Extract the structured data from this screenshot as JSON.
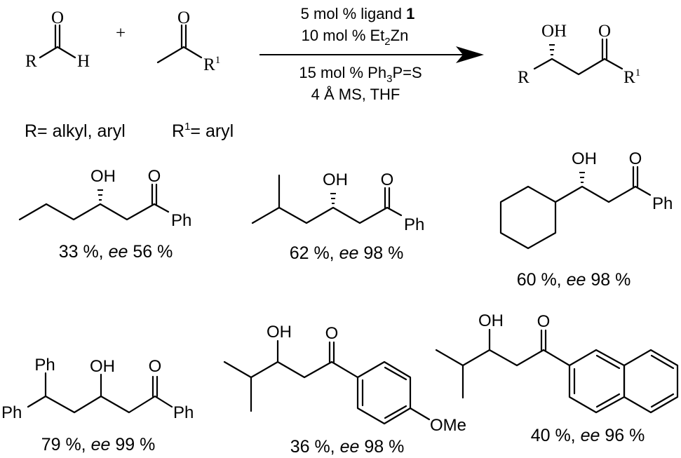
{
  "scheme": {
    "reactant_aldehyde": {
      "O": "O",
      "R": "R",
      "H": "H"
    },
    "plus": "+",
    "reactant_ketone": {
      "O": "O",
      "R1": "R",
      "R1_sup": "1"
    },
    "conditions": {
      "line1": "5 mol % ligand ",
      "line1_bold": "1",
      "line2_a": "10 mol % Et",
      "line2_sub": "2",
      "line2_b": "Zn",
      "line3_a": "15 mol % Ph",
      "line3_sub": "3",
      "line3_b": "P=S",
      "line4": "4 Å MS, THF"
    },
    "product": {
      "OH": "OH",
      "O": "O",
      "R": "R",
      "R1": "R",
      "R1_sup": "1"
    },
    "definitions": {
      "r": "R= alkyl, aryl",
      "r1_a": "R",
      "r1_sup": "1",
      "r1_b": "= aryl"
    }
  },
  "examples": [
    {
      "OH": "OH",
      "O": "O",
      "Ph": "Ph",
      "yield": "33 %, ",
      "ee_label": "ee",
      "ee": " 56 %"
    },
    {
      "OH": "OH",
      "O": "O",
      "Ph": "Ph",
      "yield": "62 %, ",
      "ee_label": "ee",
      "ee": " 98 %"
    },
    {
      "OH": "OH",
      "O": "O",
      "Ph": "Ph",
      "yield": "60 %, ",
      "ee_label": "ee",
      "ee": " 98 %"
    },
    {
      "OH": "OH",
      "O": "O",
      "Ph_top": "Ph",
      "Ph_left": "Ph",
      "Ph_right": "Ph",
      "yield": "79 %, ",
      "ee_label": "ee",
      "ee": " 99 %"
    },
    {
      "OH": "OH",
      "O": "O",
      "OMe": "OMe",
      "yield": "36 %, ",
      "ee_label": "ee",
      "ee": " 98 %"
    },
    {
      "OH": "OH",
      "O": "O",
      "yield": "40 %, ",
      "ee_label": "ee",
      "ee": " 96 %"
    }
  ]
}
